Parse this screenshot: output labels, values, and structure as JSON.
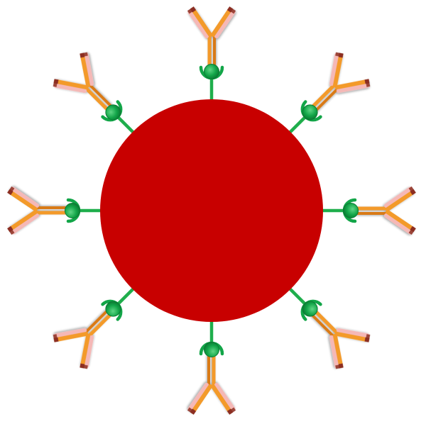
{
  "diagram": {
    "core": {
      "name": "nanoparticle-core",
      "color": "#c80000"
    },
    "conjugates": [
      {
        "name": "antibody-conjugate-top"
      },
      {
        "name": "antibody-conjugate-top-right"
      },
      {
        "name": "antibody-conjugate-right"
      },
      {
        "name": "antibody-conjugate-bottom-right"
      },
      {
        "name": "antibody-conjugate-bottom"
      },
      {
        "name": "antibody-conjugate-bottom-left"
      },
      {
        "name": "antibody-conjugate-left"
      },
      {
        "name": "antibody-conjugate-top-left"
      }
    ],
    "colors": {
      "linker": "#1fae4c",
      "ligand": "#12a548",
      "ligand_dark": "#0b7a33",
      "ligand_highlight": "#5fd685",
      "antibody_heavy_chain": "#f39a2c",
      "antibody_heavy_chain_dark": "#d97a12",
      "antibody_light_chain": "#f5b8b6",
      "antibody_tip": "#8c2f23"
    }
  }
}
